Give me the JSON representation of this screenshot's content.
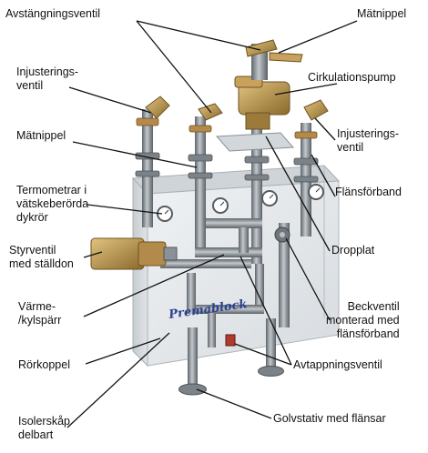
{
  "brand": "Premablock",
  "labels": {
    "avstangningsventil": "Avstängningsventil",
    "matnippel_top": "Mätnippel",
    "injusterings_left_1": "Injusterings-",
    "injusterings_left_2": "ventil",
    "cirkulationspump": "Cirkulationspump",
    "matnippel_left": "Mätnippel",
    "injusterings_right_1": "Injusterings-",
    "injusterings_right_2": "ventil",
    "termometrar_1": "Termometrar i",
    "termometrar_2": "vätskeberörda",
    "termometrar_3": "dykrör",
    "flansforband": "Flänsförband",
    "styrventil_1": "Styrventil",
    "styrventil_2": "med ställdon",
    "dropplat": "Dropplat",
    "varme_1": "Värme-",
    "varme_2": "/kylspärr",
    "beckventil_1": "Beckventil",
    "beckventil_2": "monterad med",
    "beckventil_3": "flänsförband",
    "rorkoppel": "Rörkoppel",
    "avtappningsventil": "Avtappningsventil",
    "isolerskap_1": "Isolerskåp",
    "isolerskap_2": "delbart",
    "golvstativ": "Golvstativ med flänsar"
  },
  "colors": {
    "cabinet": "#e3e7ea",
    "pipe": "#8e969c",
    "pump": "#c9a46a",
    "valve_gold": "#b89048",
    "leader": "#111111"
  }
}
